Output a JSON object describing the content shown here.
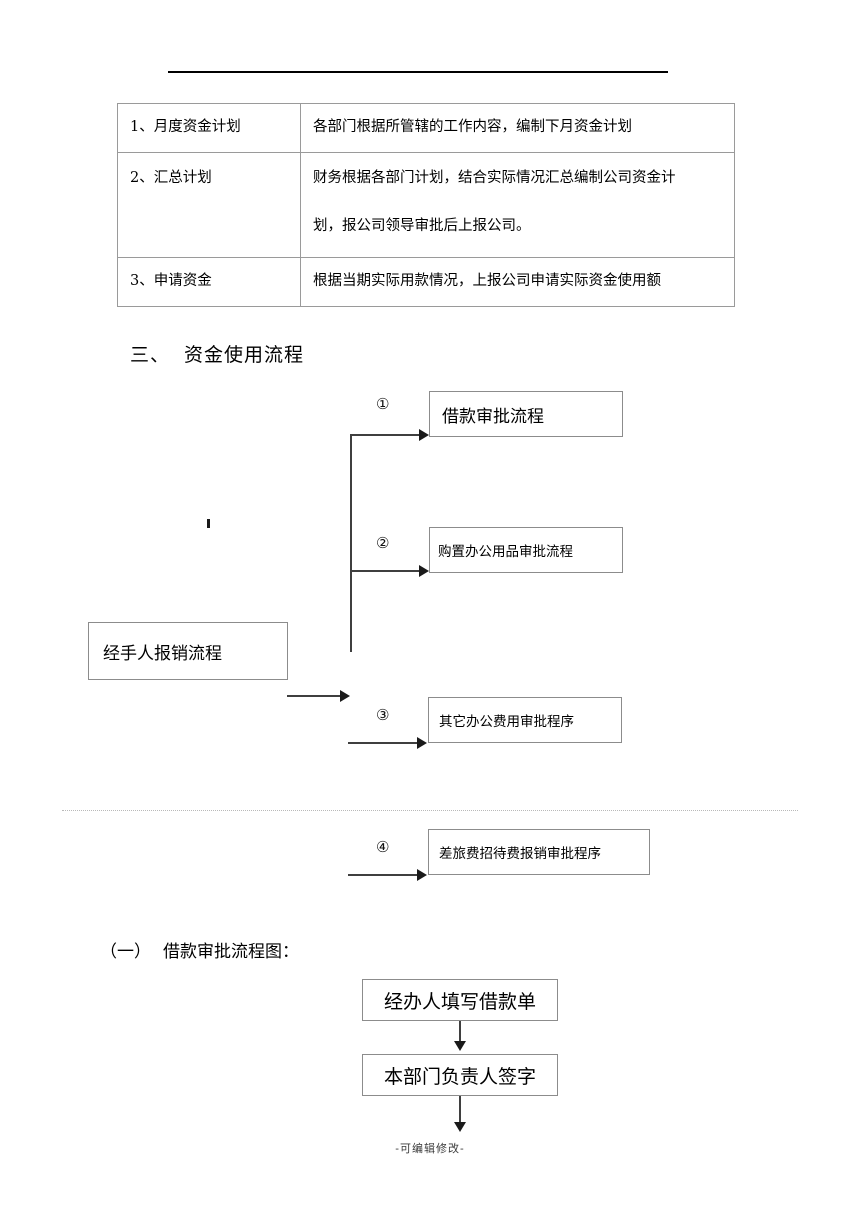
{
  "document": {
    "footer_note": "-可编辑修改-"
  },
  "table": {
    "rows": [
      {
        "label": "1、月度资金计划",
        "desc": "各部门根据所管辖的工作内容，编制下月资金计划",
        "desc2": ""
      },
      {
        "label": "2、汇总计划",
        "desc": "财务根据各部门计划，结合实际情况汇总编制公司资金计",
        "desc2": "划，报公司领导审批后上报公司。"
      },
      {
        "label": "3、申请资金",
        "desc": "根据当期实际用款情况，上报公司申请实际资金使用额",
        "desc2": ""
      }
    ]
  },
  "section": {
    "number": "三、",
    "title": "资金使用流程"
  },
  "flow": {
    "source_box": "经手人报销流程",
    "branches": [
      {
        "marker": "①",
        "label": "借款审批流程"
      },
      {
        "marker": "②",
        "label": "购置办公用品审批流程"
      },
      {
        "marker": "③",
        "label": "其它办公费用审批程序"
      },
      {
        "marker": "④",
        "label": "差旅费招待费报销审批程序"
      }
    ]
  },
  "subsection": {
    "number": "（一）",
    "title": "借款审批流程图："
  },
  "loan_flow": {
    "steps": [
      {
        "label": "经办人填写借款单"
      },
      {
        "label": "本部门负责人签字"
      }
    ]
  }
}
